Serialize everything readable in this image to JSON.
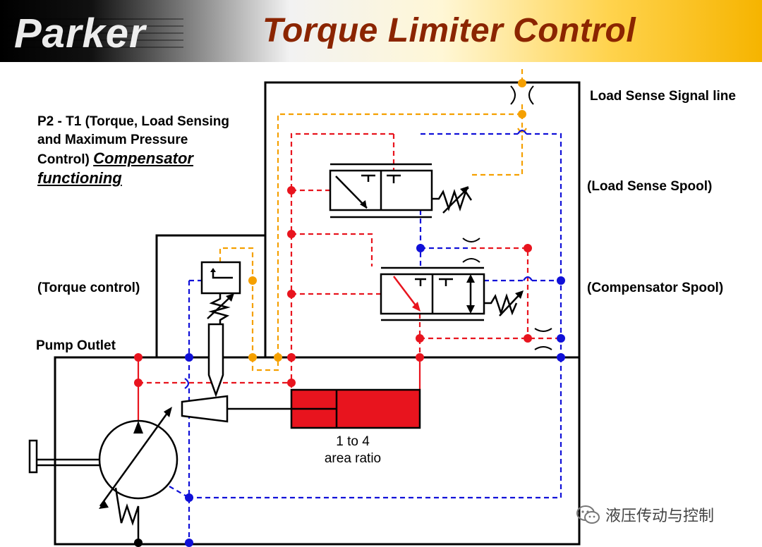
{
  "header": {
    "logo_text": "Parker",
    "title": "Torque Limiter Control"
  },
  "labels": {
    "load_sense_signal_line": "Load Sense Signal line",
    "load_sense_spool": "(Load Sense Spool)",
    "compensator_spool": "(Compensator Spool)",
    "torque_control": "(Torque control)",
    "pump_outlet": "Pump Outlet",
    "description_line1": "P2 - T1 (Torque, Load Sensing",
    "description_line2": "and Maximum Pressure",
    "description_line3": "Control)",
    "description_emphasis_1": "Compensator",
    "description_emphasis_2": "functioning",
    "area_ratio_line1": "1 to 4",
    "area_ratio_line2": "area ratio"
  },
  "watermark": {
    "icon": "wechat-icon",
    "text": "液压传动与控制"
  },
  "colors": {
    "title": "#8b2500",
    "pressure_line": "#e8141e",
    "load_sense_line": "#f5a000",
    "drain_line": "#1010d8",
    "actuator_fill": "#e8141e",
    "outline": "#000000"
  }
}
